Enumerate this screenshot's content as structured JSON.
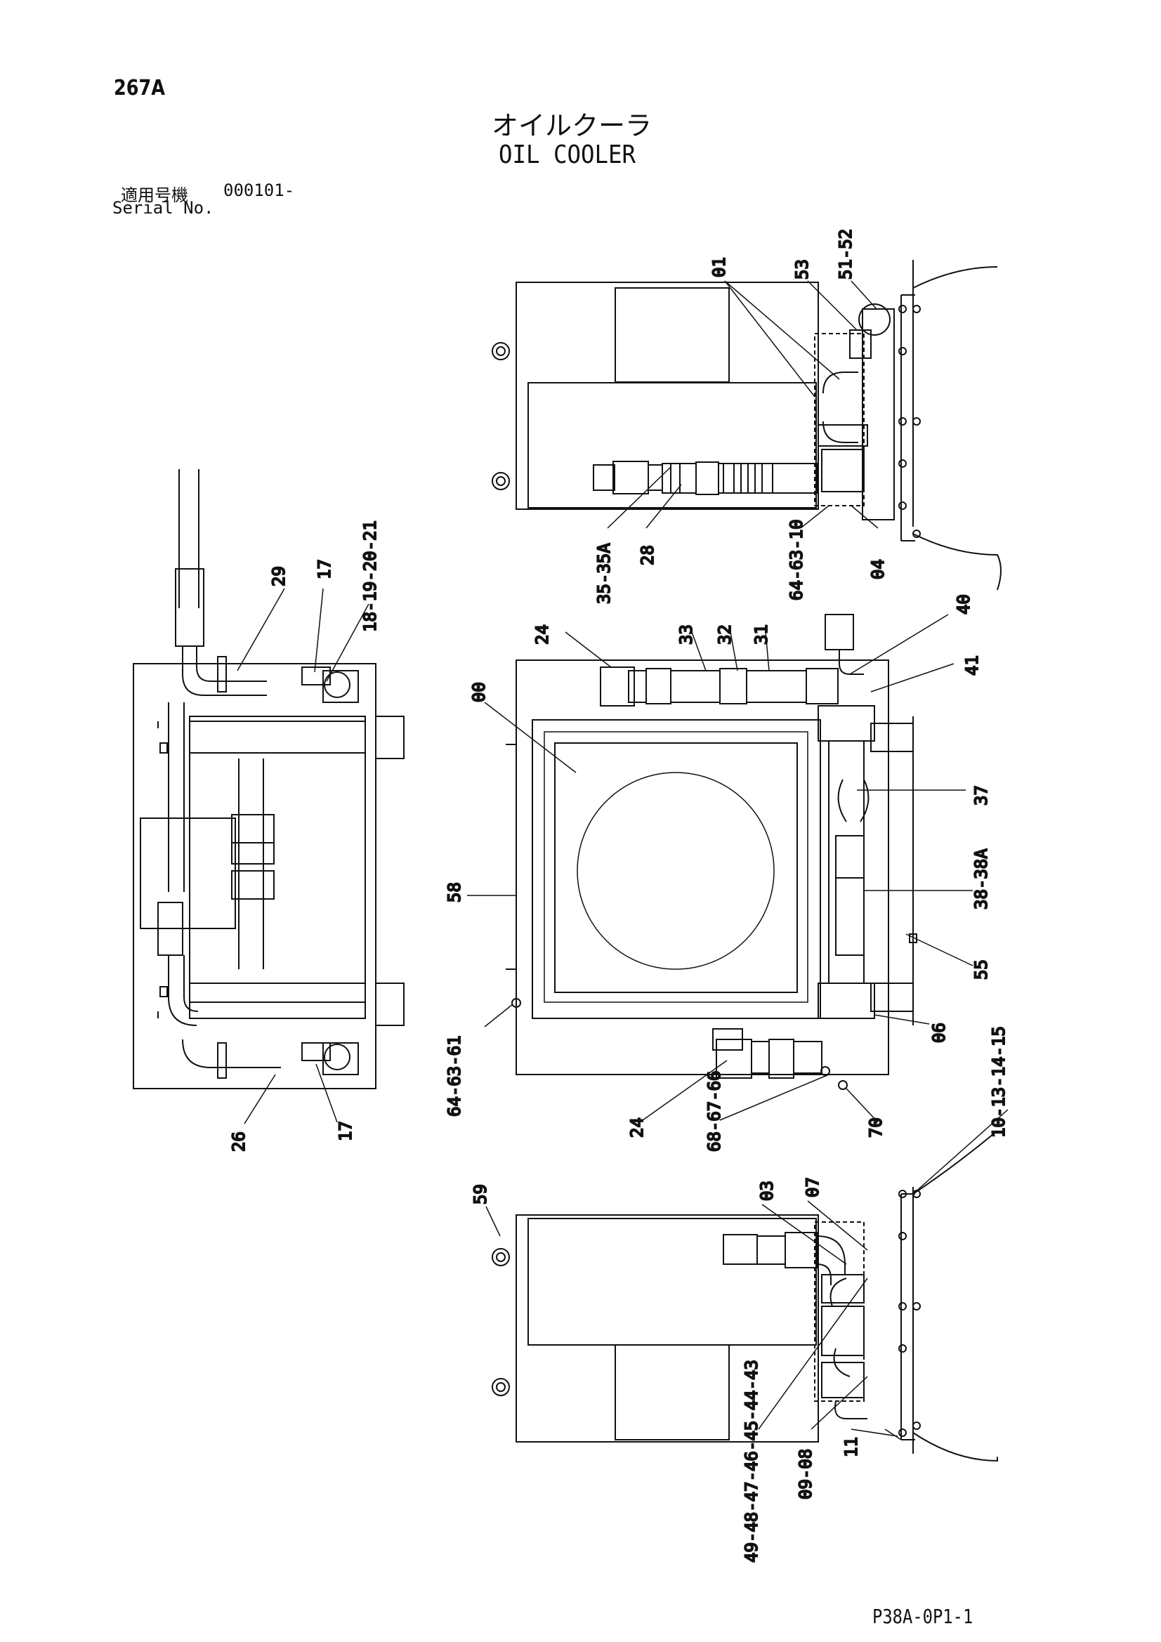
{
  "page": {
    "number": "267A",
    "title_jp": "オイルクーラ",
    "title_en": "OIL COOLER",
    "serial_label_jp": "適用号機",
    "serial_value": "000101-",
    "serial_label_en": "Serial No.",
    "doc_code": "P38A-0P1-1"
  },
  "callouts": [
    {
      "id": "c-01",
      "text": "01"
    },
    {
      "id": "c-53",
      "text": "53"
    },
    {
      "id": "c-51-52",
      "text": "51-52"
    },
    {
      "id": "c-35-35a",
      "text": "35-35A"
    },
    {
      "id": "c-28",
      "text": "28"
    },
    {
      "id": "c-64-63-10",
      "text": "64-63-10"
    },
    {
      "id": "c-04",
      "text": "04"
    },
    {
      "id": "c-29",
      "text": "29"
    },
    {
      "id": "c-17-top",
      "text": "17"
    },
    {
      "id": "c-18-21",
      "text": "18-19-20-21"
    },
    {
      "id": "c-24-top",
      "text": "24"
    },
    {
      "id": "c-33",
      "text": "33"
    },
    {
      "id": "c-32",
      "text": "32"
    },
    {
      "id": "c-31",
      "text": "31"
    },
    {
      "id": "c-40",
      "text": "40"
    },
    {
      "id": "c-41",
      "text": "41"
    },
    {
      "id": "c-00",
      "text": "00"
    },
    {
      "id": "c-37",
      "text": "37"
    },
    {
      "id": "c-58",
      "text": "58"
    },
    {
      "id": "c-38-38a",
      "text": "38-38A"
    },
    {
      "id": "c-55",
      "text": "55"
    },
    {
      "id": "c-64-63-61",
      "text": "64-63-61"
    },
    {
      "id": "c-06",
      "text": "06"
    },
    {
      "id": "c-24-bottom",
      "text": "24"
    },
    {
      "id": "c-68-67-66",
      "text": "68-67-66"
    },
    {
      "id": "c-70",
      "text": "70"
    },
    {
      "id": "c-10-13-14-15",
      "text": "10-13-14-15"
    },
    {
      "id": "c-26",
      "text": "26"
    },
    {
      "id": "c-17-bottom",
      "text": "17"
    },
    {
      "id": "c-59",
      "text": "59"
    },
    {
      "id": "c-03",
      "text": "03"
    },
    {
      "id": "c-07",
      "text": "07"
    },
    {
      "id": "c-49-43",
      "text": "49-48-47-46-45-44-43"
    },
    {
      "id": "c-09-08",
      "text": "09-08"
    },
    {
      "id": "c-11",
      "text": "11"
    }
  ]
}
